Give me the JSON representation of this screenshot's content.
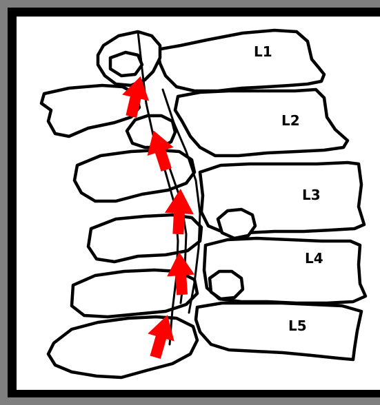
{
  "figure": {
    "levels": [
      {
        "id": "l1",
        "label": "L1"
      },
      {
        "id": "l2",
        "label": "L2"
      },
      {
        "id": "l3",
        "label": "L3"
      },
      {
        "id": "l4",
        "label": "L4"
      },
      {
        "id": "l5",
        "label": "L5"
      }
    ],
    "arrows": {
      "count": 5,
      "direction": "upward",
      "color": "#ff0000"
    },
    "colors": {
      "frame": "#7f7f7f",
      "outline": "#000000",
      "background": "#ffffff"
    }
  }
}
